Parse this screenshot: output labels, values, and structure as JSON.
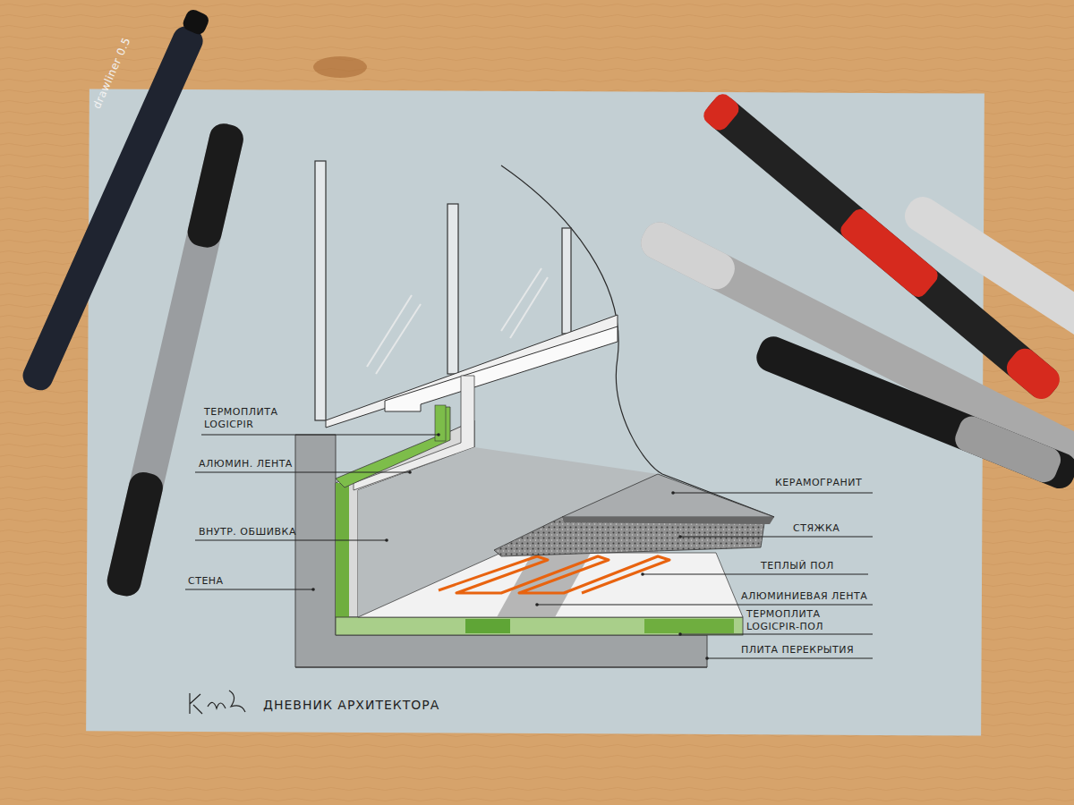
{
  "diagram": {
    "labels": [
      "ТЕРМОПЛИТА LOGICPIR",
      "АЛЮМИН. ЛЕНТА",
      "ВНУТР. ОБШИВКА",
      "СТЕНА",
      "КЕРАМОГРАНИТ",
      "СТЯЖКА",
      "ТЕПЛЫЙ ПОЛ",
      "АЛЮМИНИЕВАЯ ЛЕНТА",
      "ТЕРМОПЛИТА LOGICPIR-ПОЛ",
      "ПЛИТА ПЕРЕКРЫТИЯ",
      "ДНЕВНИК АРХИТЕКТОРА",
      "drawliner 0.5"
    ]
  }
}
